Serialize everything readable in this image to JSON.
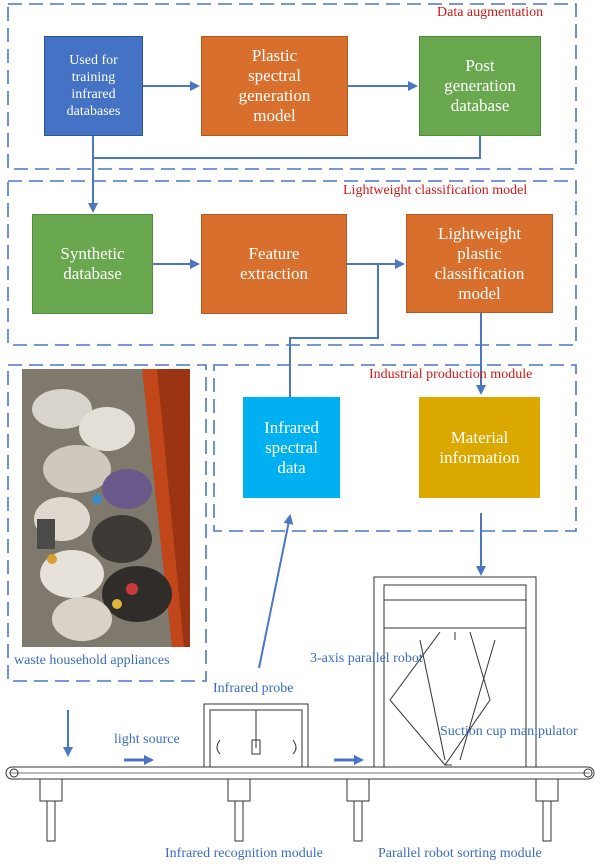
{
  "sections": {
    "data_augmentation": "Data augmentation",
    "lightweight_classification": "Lightweight classification model",
    "industrial_production": "Industrial production module"
  },
  "boxes": {
    "training_db": "Used for\ntraining\ninfrared\ndatabases",
    "plastic_model": "Plastic\nspectral\ngeneration\nmodel",
    "post_db": "Post\ngeneration\ndatabase",
    "synthetic_db": "Synthetic\ndatabase",
    "feature_extraction": "Feature\nextraction",
    "lightweight_model": "Lightweight\nplastic\nclassification\nmodel",
    "infrared_data": "Infrared\nspectral\ndata",
    "material_info": "Material\ninformation"
  },
  "labels": {
    "waste": "waste household appliances",
    "parallel_robot": "3-axis parallel robot",
    "infrared_probe": "Infrared probe",
    "light_source": "light source",
    "suction_cup": "Suction cup manipulator",
    "infrared_module": "Infrared recognition module",
    "sorting_module": "Parallel robot sorting module"
  },
  "colors": {
    "blue_box": "#4472c4",
    "orange_box": "#d86f2c",
    "green_box": "#6aa84f",
    "cyan_box": "#00b0f0",
    "gold_box": "#dba800",
    "dash": "#4a76c4",
    "arrow": "#4a76c4",
    "title_red": "#d01818"
  }
}
